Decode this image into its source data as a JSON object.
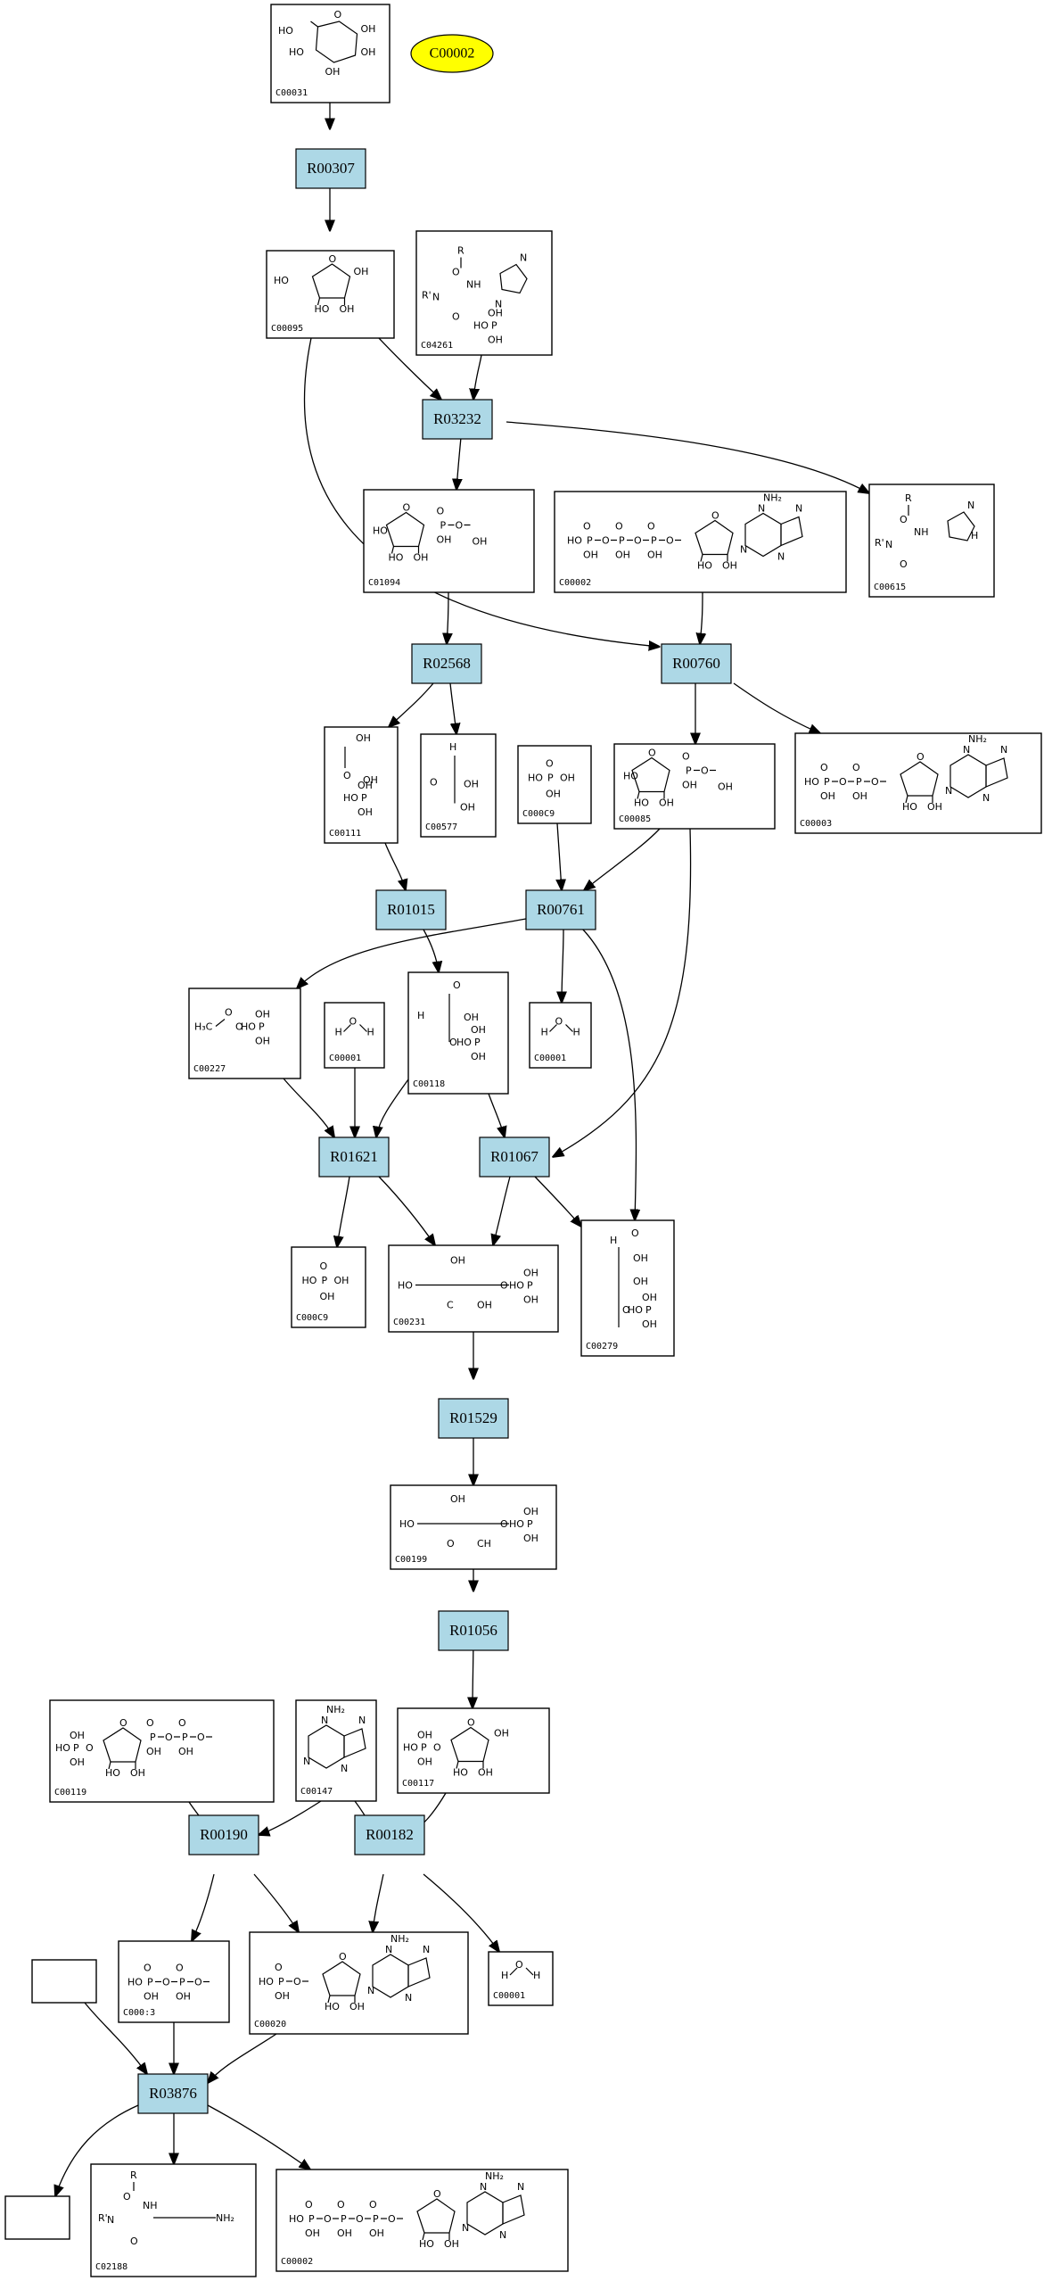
{
  "ellipse": {
    "id": "e-C00002",
    "label": "C00002"
  },
  "reactions": [
    {
      "id": "R00307",
      "label": "R00307"
    },
    {
      "id": "R03232",
      "label": "R03232"
    },
    {
      "id": "R02568",
      "label": "R02568"
    },
    {
      "id": "R00760",
      "label": "R00760"
    },
    {
      "id": "R01015",
      "label": "R01015"
    },
    {
      "id": "R00761",
      "label": "R00761"
    },
    {
      "id": "R01621",
      "label": "R01621"
    },
    {
      "id": "R01067",
      "label": "R01067"
    },
    {
      "id": "R01529",
      "label": "R01529"
    },
    {
      "id": "R01056",
      "label": "R01056"
    },
    {
      "id": "R00190",
      "label": "R00190"
    },
    {
      "id": "R00182",
      "label": "R00182"
    },
    {
      "id": "R03876",
      "label": "R03876"
    }
  ],
  "compounds": [
    {
      "id": "n01",
      "label": "C00031",
      "kind": "pyranose"
    },
    {
      "id": "n02",
      "label": "C00095",
      "kind": "furanose"
    },
    {
      "id": "n03",
      "label": "C04261",
      "kind": "histidine-p"
    },
    {
      "id": "n04",
      "label": "C01094",
      "kind": "furanose-p"
    },
    {
      "id": "n05",
      "label": "C00002",
      "kind": "atp"
    },
    {
      "id": "n06",
      "label": "C00615",
      "kind": "histidine"
    },
    {
      "id": "n07",
      "label": "C00111",
      "kind": "dhap"
    },
    {
      "id": "n08",
      "label": "C00577",
      "kind": "glyceraldehyde"
    },
    {
      "id": "n09",
      "label": "C000C9",
      "kind": "phosphate"
    },
    {
      "id": "n10",
      "label": "C00085",
      "kind": "furanose-p"
    },
    {
      "id": "n11",
      "label": "C00003",
      "kind": "adp"
    },
    {
      "id": "n12",
      "label": "C00227",
      "kind": "acetylphosphate"
    },
    {
      "id": "n13",
      "label": "C00001",
      "kind": "water"
    },
    {
      "id": "n14",
      "label": "C00118",
      "kind": "g3p"
    },
    {
      "id": "n15",
      "label": "C00001",
      "kind": "water"
    },
    {
      "id": "n16",
      "label": "C000C9",
      "kind": "phosphate"
    },
    {
      "id": "n17",
      "label": "C00231",
      "kind": "xylulose-p"
    },
    {
      "id": "n18",
      "label": "C00279",
      "kind": "erythrose-p"
    },
    {
      "id": "n19",
      "label": "C00199",
      "kind": "ribulose-p"
    },
    {
      "id": "n20",
      "label": "C00119",
      "kind": "prpp"
    },
    {
      "id": "n21",
      "label": "C00147",
      "kind": "adenine"
    },
    {
      "id": "n22",
      "label": "C00117",
      "kind": "ribose-p"
    },
    {
      "id": "n23",
      "label": "C000:3",
      "kind": "pyrophosphate"
    },
    {
      "id": "n24",
      "label": "C00020",
      "kind": "amp"
    },
    {
      "id": "n25",
      "label": "C00001",
      "kind": "water"
    },
    {
      "id": "n26",
      "label": "",
      "kind": "empty"
    },
    {
      "id": "n27",
      "label": "C02188",
      "kind": "lysine"
    },
    {
      "id": "n28",
      "label": "",
      "kind": "empty"
    },
    {
      "id": "n29",
      "label": "C00002",
      "kind": "atp"
    }
  ],
  "atom_labels": {
    "HO": "HO",
    "OH": "OH",
    "O": "O",
    "P": "P",
    "H": "H",
    "R": "R",
    "N": "N",
    "NH": "NH",
    "NH2": "NH₂",
    "H3C": "H₃C",
    "C": "C",
    "CH": "CH",
    "R_prime": "R'"
  }
}
